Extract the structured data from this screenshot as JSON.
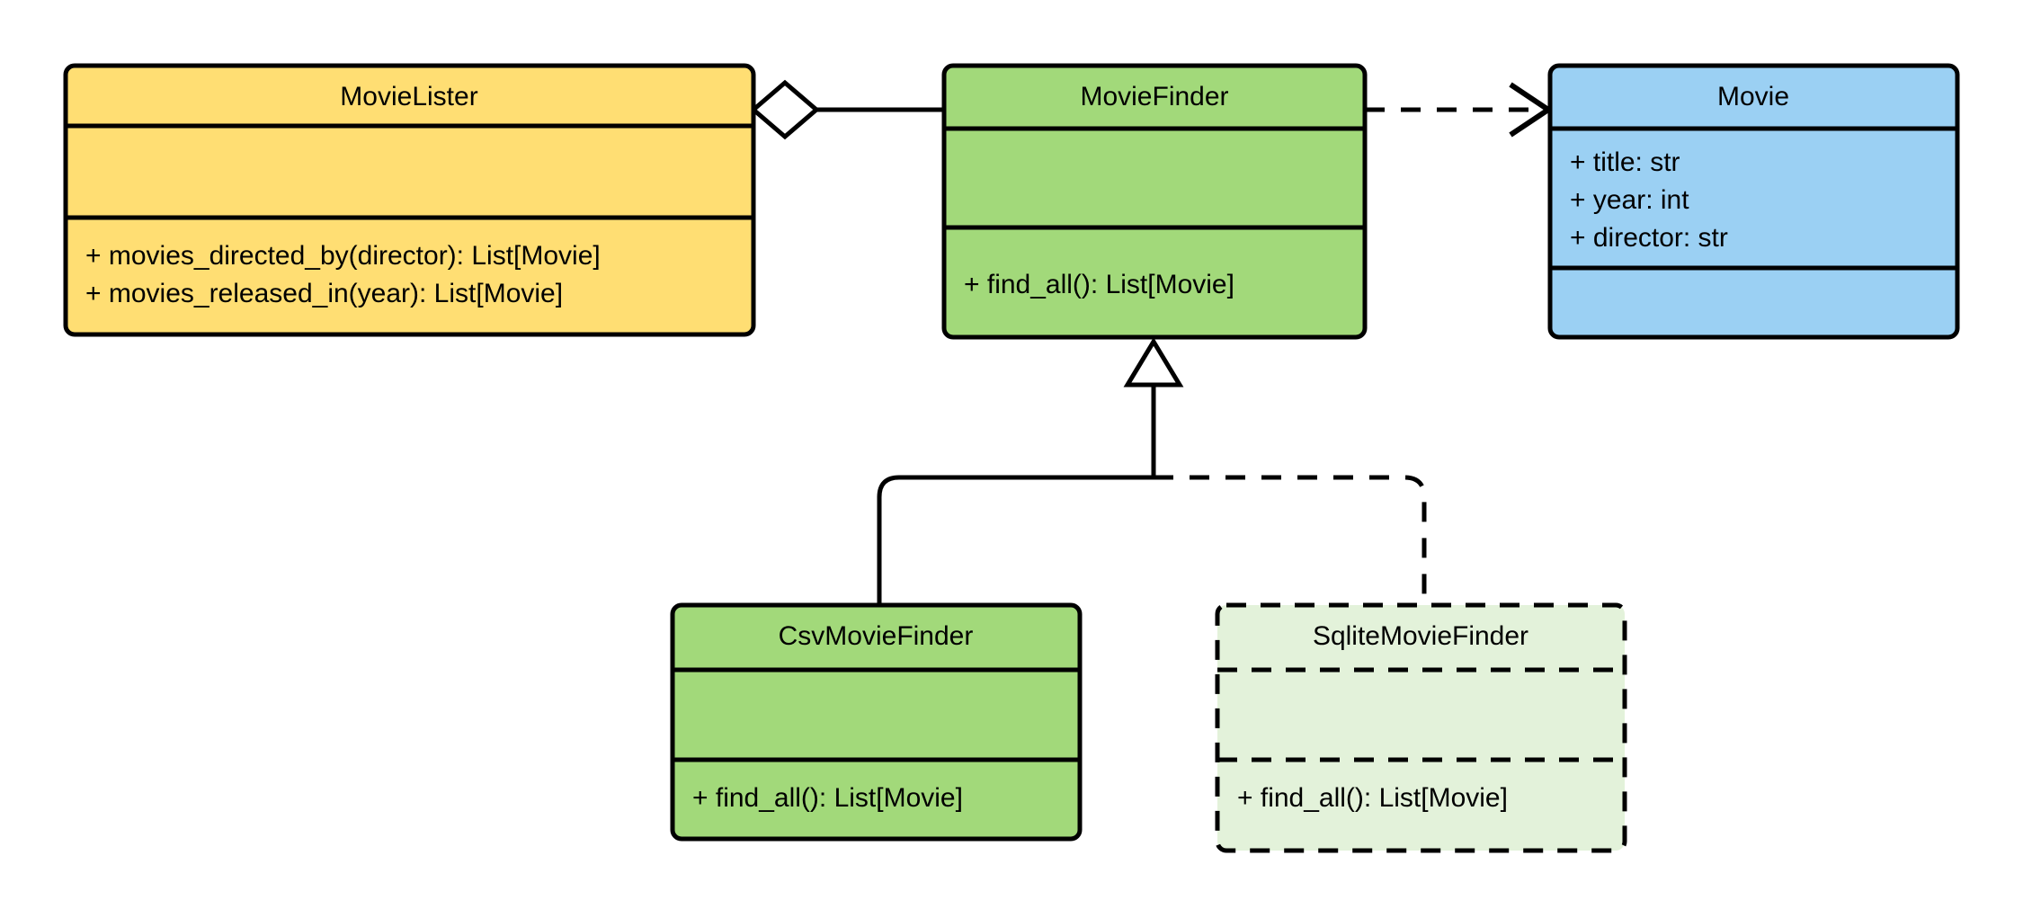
{
  "diagram": {
    "kind": "uml-class-diagram",
    "title": "",
    "palette": {
      "yellow_fill": "#FFDE73",
      "green_fill": "#A2D97A",
      "blue_fill": "#9BD0F3",
      "pale_green_fill": "#E3F2DA",
      "stroke": "#000000",
      "background": "#FFFFFF"
    },
    "classes": [
      {
        "id": "movie-lister",
        "name": "MovieLister",
        "fill": "#FFDE73",
        "border_style": "solid",
        "attributes": [],
        "methods": [
          "+ movies_directed_by(director): List[Movie]",
          "+ movies_released_in(year): List[Movie]"
        ]
      },
      {
        "id": "movie-finder",
        "name": "MovieFinder",
        "fill": "#A2D97A",
        "border_style": "solid",
        "attributes": [],
        "methods": [
          "+ find_all(): List[Movie]"
        ]
      },
      {
        "id": "movie",
        "name": "Movie",
        "fill": "#9BD0F3",
        "border_style": "solid",
        "attributes": [
          "+ title: str",
          "+ year: int",
          "+ director: str"
        ],
        "methods": []
      },
      {
        "id": "csv-movie-finder",
        "name": "CsvMovieFinder",
        "fill": "#A2D97A",
        "border_style": "solid",
        "attributes": [],
        "methods": [
          "+ find_all(): List[Movie]"
        ]
      },
      {
        "id": "sqlite-movie-finder",
        "name": "SqliteMovieFinder",
        "fill": "#E3F2DA",
        "border_style": "dashed",
        "attributes": [],
        "methods": [
          "+ find_all(): List[Movie]"
        ]
      }
    ],
    "relationships": [
      {
        "id": "aggregation-lister-finder",
        "type": "aggregation",
        "from": "MovieLister",
        "to": "MovieFinder",
        "line_style": "solid",
        "marker": "hollow-diamond",
        "label": ""
      },
      {
        "id": "dependency-finder-movie",
        "type": "dependency",
        "from": "MovieFinder",
        "to": "Movie",
        "line_style": "dashed",
        "marker": "open-arrow",
        "label": ""
      },
      {
        "id": "generalization-csv-finder",
        "type": "generalization",
        "from": "CsvMovieFinder",
        "to": "MovieFinder",
        "line_style": "solid",
        "marker": "hollow-triangle",
        "label": ""
      },
      {
        "id": "generalization-sqlite-finder",
        "type": "generalization",
        "from": "SqliteMovieFinder",
        "to": "MovieFinder",
        "line_style": "dashed",
        "marker": "hollow-triangle",
        "label": ""
      }
    ]
  }
}
